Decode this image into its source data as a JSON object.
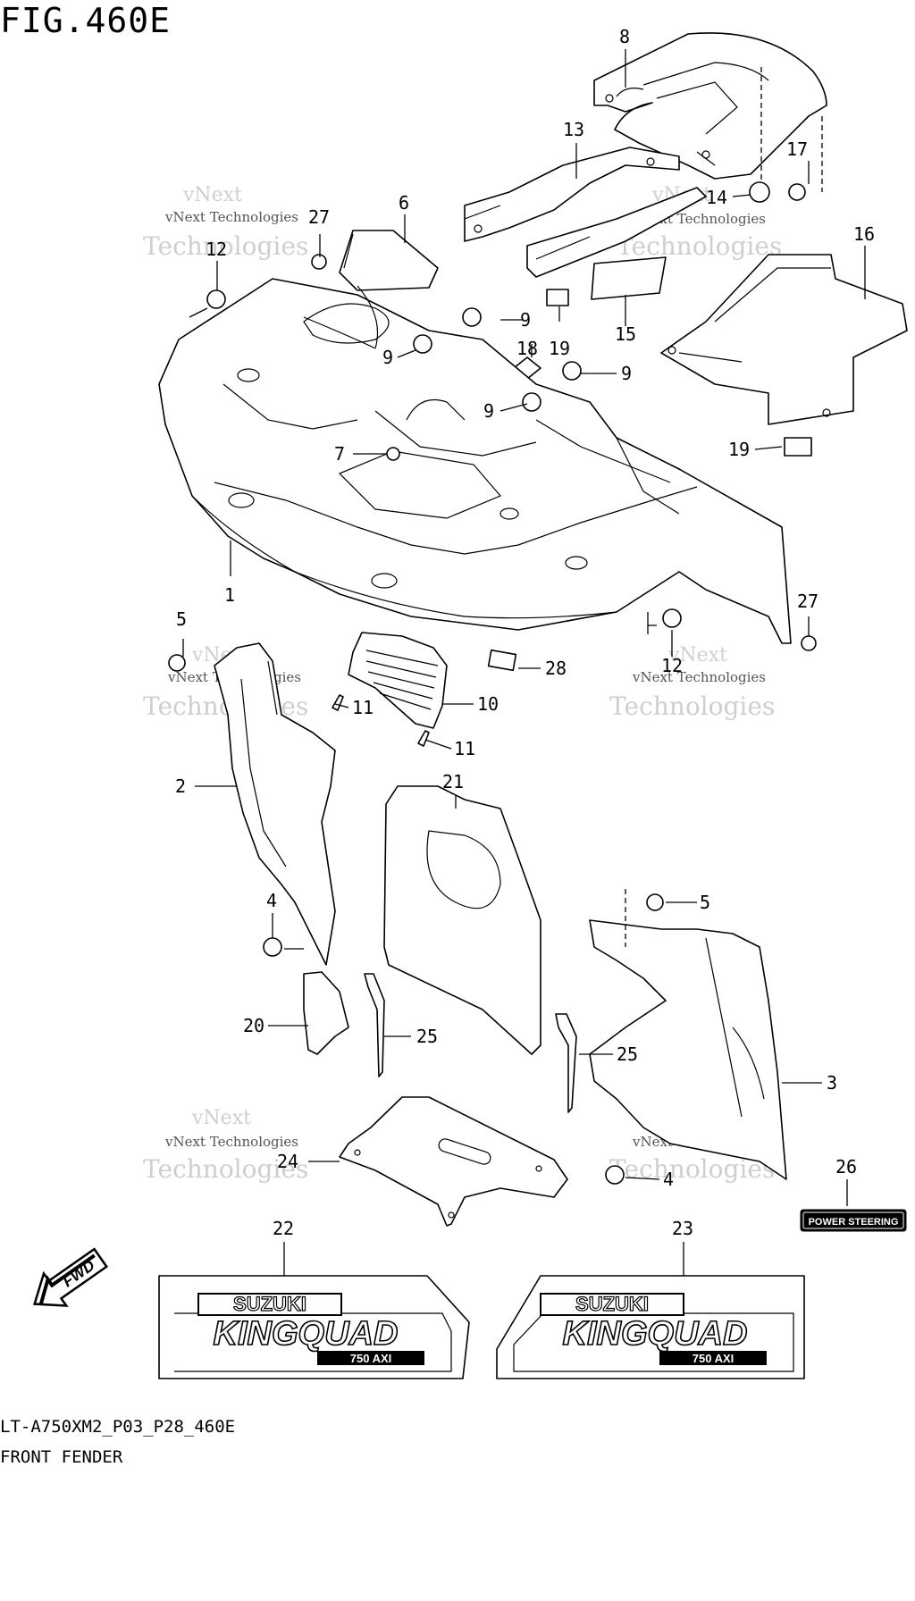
{
  "figure": {
    "title": "FIG.460E",
    "model_code": "LT-A750XM2_P03_P28_460E",
    "name": "FRONT FENDER"
  },
  "watermark": {
    "line1": "vNext",
    "line2": "vNext Technologies",
    "line3": "Technologies"
  },
  "labels": {
    "n1": "1",
    "n2": "2",
    "n3": "3",
    "n4a": "4",
    "n4b": "4",
    "n5a": "5",
    "n5b": "5",
    "n6": "6",
    "n7": "7",
    "n8": "8",
    "n9a": "9",
    "n9b": "9",
    "n9c": "9",
    "n9d": "9",
    "n10": "10",
    "n11a": "11",
    "n11b": "11",
    "n12a": "12",
    "n12b": "12",
    "n13": "13",
    "n14": "14",
    "n15": "15",
    "n16": "16",
    "n17": "17",
    "n18": "18",
    "n19a": "19",
    "n19b": "19",
    "n20": "20",
    "n21": "21",
    "n22": "22",
    "n23": "23",
    "n24": "24",
    "n25a": "25",
    "n25b": "25",
    "n26": "26",
    "n27a": "27",
    "n27b": "27",
    "n28": "28"
  },
  "decals": {
    "brand": "SUZUKI",
    "model": "KINGQUAD",
    "sub": "750 AXI",
    "power_steering": "POWER STEERING",
    "fwd": "FWD"
  },
  "colors": {
    "ink": "#000000",
    "watermark": "#cfcfcf",
    "paper": "#ffffff"
  }
}
